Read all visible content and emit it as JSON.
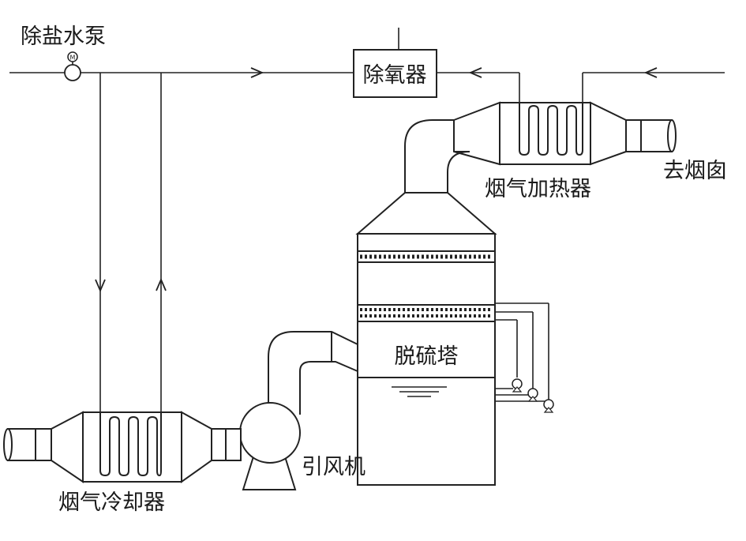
{
  "labels": {
    "demin_pump": "除盐水泵",
    "deaerator": "除氧器",
    "to_chimney": "去烟囱",
    "flue_gas_heater": "烟气加热器",
    "desulfurization_tower": "脱硫塔",
    "induced_draft_fan": "引风机",
    "flue_gas_cooler": "烟气冷却器",
    "pump_symbol": "M"
  }
}
